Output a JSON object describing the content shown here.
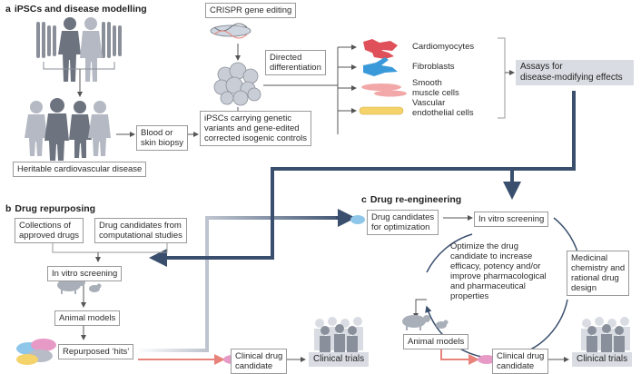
{
  "section_a": {
    "letter": "a",
    "title": "iPSCs and disease modelling",
    "crispr": "CRISPR gene editing",
    "directed_diff": [
      "Directed",
      "differentiation"
    ],
    "cell_types": [
      "Cardiomyocytes",
      "Fibroblasts",
      "Smooth",
      "muscle cells",
      "Vascular",
      "endothelial cells"
    ],
    "assays": [
      "Assays for",
      "disease-modifying effects"
    ],
    "blood_biopsy": [
      "Blood or",
      "skin biopsy"
    ],
    "ipscs": [
      "iPSCs carrying genetic",
      "variants and gene-edited",
      "corrected isogenic controls"
    ],
    "heritable": "Heritable cardiovascular disease"
  },
  "section_b": {
    "letter": "b",
    "title": "Drug repurposing",
    "collections": [
      "Collections of",
      "approved drugs"
    ],
    "computational": [
      "Drug candidates from",
      "computational studies"
    ],
    "screening": "In vitro screening",
    "animal_models": "Animal models",
    "repurposed_hits": "Repurposed ‘hits’"
  },
  "section_c": {
    "letter": "c",
    "title": "Drug re-engineering",
    "candidates_opt": [
      "Drug candidates",
      "for optimization"
    ],
    "screening": "In vitro screening",
    "optimize": [
      "Optimize the drug",
      "candidate to increase",
      "efficacy, potency and/or",
      "improve pharmacological",
      "and pharmaceutical",
      "properties"
    ],
    "medicinal": [
      "Medicinal",
      "chemistry and",
      "rational drug",
      "design"
    ],
    "animal_models": "Animal models"
  },
  "clinical": {
    "candidate_b": [
      "Clinical drug",
      "candidate"
    ],
    "trials_b": "Clinical trials",
    "candidate_c": [
      "Clinical drug",
      "candidate"
    ],
    "trials_c": "Clinical trials"
  },
  "colors": {
    "navy_arrow": "#3a4f6e",
    "red_arrow": "#e8837b",
    "grey_box": "#d9dde3",
    "figure_grey": "#b4b9c3",
    "figure_dark": "#6d7480",
    "cardiomyocyte": "#e0505a",
    "fibroblast": "#3a9ad9",
    "smooth_muscle": "#f2a8a8",
    "endothelial": "#f3d36a",
    "pill_blue": "#8ec7ea",
    "pill_pink": "#e79ac6"
  }
}
